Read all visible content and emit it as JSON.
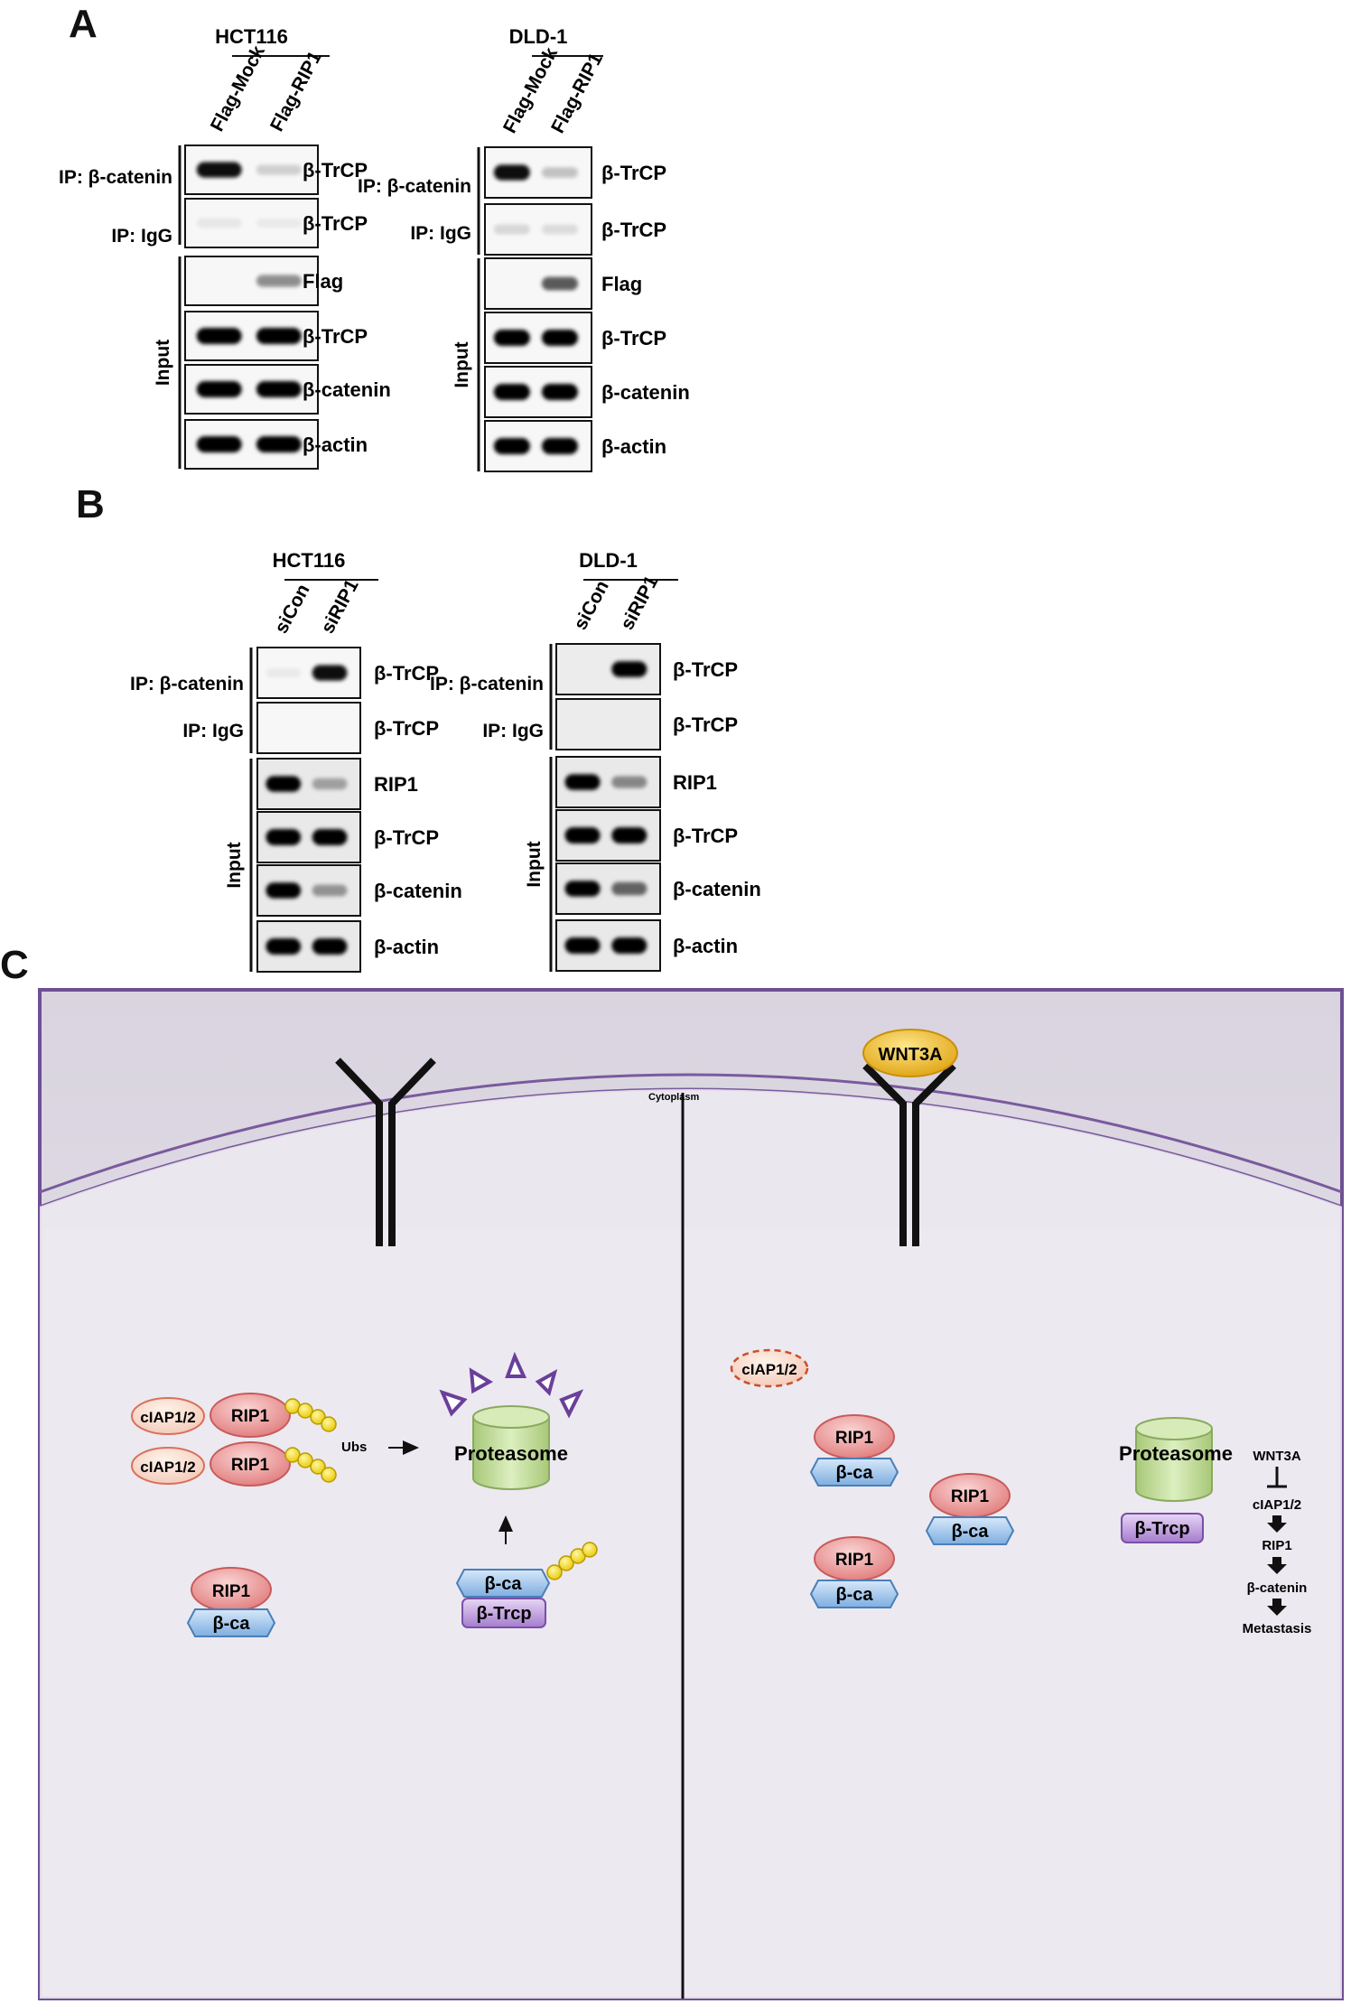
{
  "panel_letters": {
    "a": "A",
    "b": "B",
    "c": "C"
  },
  "panel_a": {
    "hct116": {
      "cell_line": "HCT116",
      "lanes": [
        "Flag-Mock",
        "Flag-RIP1"
      ],
      "ip_labels": [
        "IP: β-catenin",
        "IP: IgG"
      ],
      "input_label": "Input",
      "blots": [
        {
          "label": "β-TrCP",
          "bands": [
            0.9,
            0.15
          ]
        },
        {
          "label": "β-TrCP",
          "bands": [
            0.06,
            0.05
          ]
        },
        {
          "label": "Flag",
          "bands": [
            0.0,
            0.4
          ]
        },
        {
          "label": "β-TrCP",
          "bands": [
            1.0,
            1.0
          ]
        },
        {
          "label": "β-catenin",
          "bands": [
            1.0,
            1.0
          ]
        },
        {
          "label": "β-actin",
          "bands": [
            1.0,
            1.0
          ]
        }
      ]
    },
    "dld1": {
      "cell_line": "DLD-1",
      "lanes": [
        "Flag-Mock",
        "Flag-RIP1"
      ],
      "ip_labels": [
        "IP: β-catenin",
        "IP: IgG"
      ],
      "input_label": "Input",
      "blots": [
        {
          "label": "β-TrCP",
          "bands": [
            0.9,
            0.2
          ]
        },
        {
          "label": "β-TrCP",
          "bands": [
            0.12,
            0.1
          ]
        },
        {
          "label": "Flag",
          "bands": [
            0.0,
            0.6
          ]
        },
        {
          "label": "β-TrCP",
          "bands": [
            1.0,
            1.0
          ]
        },
        {
          "label": "β-catenin",
          "bands": [
            1.0,
            1.0
          ]
        },
        {
          "label": "β-actin",
          "bands": [
            1.0,
            1.0
          ]
        }
      ]
    }
  },
  "panel_b": {
    "hct116": {
      "cell_line": "HCT116",
      "lanes": [
        "siCon",
        "siRIP1"
      ],
      "ip_labels": [
        "IP: β-catenin",
        "IP: IgG"
      ],
      "input_label": "Input",
      "blots": [
        {
          "label": "β-TrCP",
          "bands": [
            0.05,
            0.9
          ]
        },
        {
          "label": "β-TrCP",
          "bands": [
            0.0,
            0.0
          ]
        },
        {
          "label": "RIP1",
          "bands": [
            0.95,
            0.3
          ]
        },
        {
          "label": "β-TrCP",
          "bands": [
            1.0,
            1.0
          ]
        },
        {
          "label": "β-catenin",
          "bands": [
            0.95,
            0.35
          ]
        },
        {
          "label": "β-actin",
          "bands": [
            1.0,
            1.0
          ]
        }
      ]
    },
    "dld1": {
      "cell_line": "DLD-1",
      "lanes": [
        "siCon",
        "siRIP1"
      ],
      "ip_labels": [
        "IP: β-catenin",
        "IP: IgG"
      ],
      "input_label": "Input",
      "blots": [
        {
          "label": "β-TrCP",
          "bands": [
            0.0,
            0.95
          ]
        },
        {
          "label": "β-TrCP",
          "bands": [
            0.0,
            0.0
          ]
        },
        {
          "label": "RIP1",
          "bands": [
            0.95,
            0.4
          ]
        },
        {
          "label": "β-TrCP",
          "bands": [
            1.0,
            1.0
          ]
        },
        {
          "label": "β-catenin",
          "bands": [
            0.95,
            0.55
          ]
        },
        {
          "label": "β-actin",
          "bands": [
            1.0,
            1.0
          ]
        }
      ]
    }
  },
  "panel_c": {
    "cytoplasm": "Cytoplasm",
    "wnt3a": "WNT3A",
    "ciap": "cIAP1/2",
    "rip1": "RIP1",
    "bca": "β-ca",
    "btrcp": "β-Trcp",
    "ubs": "Ubs",
    "proteasome": "Proteasome",
    "cascade": [
      "WNT3A",
      "cIAP1/2",
      "RIP1",
      "β-catenin",
      "Metastasis"
    ],
    "colors": {
      "membrane": "#7a5a9e",
      "cell_bg": "#eeecf1",
      "rip1": "#f2a0a0",
      "bca": "#a8c8ec",
      "btrcp": "#c9a8e0",
      "proteasome": "#b9d88a",
      "ubiquitin": "#f2df1e",
      "wnt3a": "#f5c21a"
    }
  }
}
